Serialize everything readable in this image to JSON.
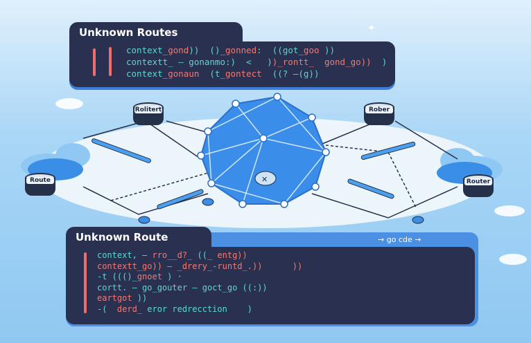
{
  "top_panel": {
    "title": "Unknown Routes",
    "lines": [
      [
        {
          "t": "context_",
          "k": "c"
        },
        {
          "t": "gond",
          "k": "r"
        },
        {
          "t": "))  ()_",
          "k": "c"
        },
        {
          "t": "gonned",
          "k": "r"
        },
        {
          "t": ":  ((",
          "k": "c"
        },
        {
          "t": "got_",
          "k": "c"
        },
        {
          "t": "goo",
          "k": "r"
        },
        {
          "t": " ))",
          "k": "c"
        }
      ],
      [
        {
          "t": "contextt_ — gonanmo:)  <   )",
          "k": "c"
        },
        {
          "t": ")_rontt_  gond_go))",
          "k": "r"
        },
        {
          "t": "  )",
          "k": "c"
        }
      ],
      [
        {
          "t": "context_",
          "k": "c"
        },
        {
          "t": "gonaun",
          "k": "r"
        },
        {
          "t": "  (t_",
          "k": "c"
        },
        {
          "t": "gontect",
          "k": "r"
        },
        {
          "t": "  ((? —(g))",
          "k": "c"
        }
      ]
    ]
  },
  "routers": [
    "Rolitert",
    "Rober",
    "Route",
    "Router"
  ],
  "bottom_panel": {
    "title": "Unknown Route",
    "go_code": "go cde",
    "lines": [
      [
        {
          "t": "context, — ",
          "k": "c"
        },
        {
          "t": "rro__d?_",
          "k": "r"
        },
        {
          "t": " ((_ ",
          "k": "c"
        },
        {
          "t": "entg))",
          "k": "r"
        }
      ],
      [
        {
          "t": "contextt_go)) — _drery_-runtd_.))      ))",
          "k": "r"
        }
      ],
      [
        {
          "t": "-t ((()_",
          "k": "c"
        },
        {
          "t": "gnoet",
          "k": "r"
        },
        {
          "t": " ) ·",
          "k": "c"
        }
      ],
      [
        {
          "t": "cortt. — go_gouter — goct_go ((:))",
          "k": "c"
        }
      ],
      [
        {
          "t": "eartgot ",
          "k": "r"
        },
        {
          "t": "))",
          "k": "c"
        }
      ],
      [
        {
          "t": "-(  ",
          "k": "c"
        },
        {
          "t": "derd_",
          "k": "r"
        },
        {
          "t": " eror redrecction    )",
          "k": "c"
        }
      ]
    ]
  },
  "colors": {
    "panel": "#2a3150",
    "cyan": "#5fd6d2",
    "red": "#f07a74",
    "blob": "#3a8de8"
  }
}
